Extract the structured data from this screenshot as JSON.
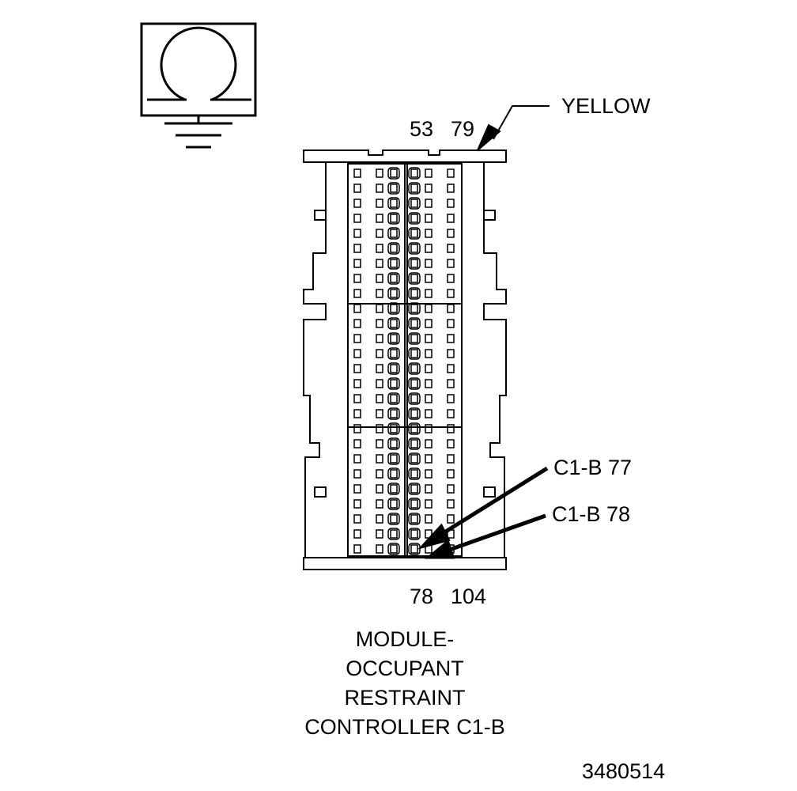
{
  "symbol": {
    "icon": "ohmmeter-ground-icon"
  },
  "connector": {
    "color_label": "YELLOW",
    "pin_labels_top": [
      "53",
      "79"
    ],
    "pin_labels_bottom": [
      "78",
      "104"
    ],
    "callouts": [
      "C1-B 77",
      "C1-B 78"
    ],
    "title_lines": [
      "MODULE-",
      "OCCUPANT",
      "RESTRAINT",
      "CONTROLLER C1-B"
    ]
  },
  "figure_id": "3480514"
}
